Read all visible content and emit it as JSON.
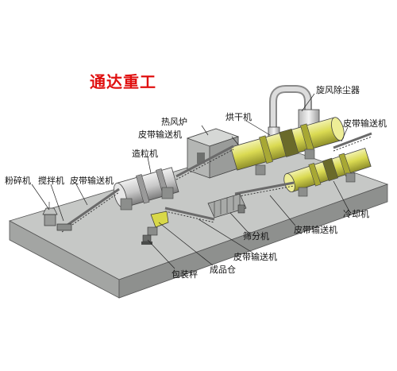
{
  "brand": {
    "text": "通达重工",
    "color": "#e01010"
  },
  "labels": {
    "cyclone": "旋风除尘器",
    "hot_air_furnace": "热风炉",
    "belt_top_left": "皮带输送机",
    "dryer": "烘干机",
    "belt_top_right": "皮带输送机",
    "granulator": "造粒机",
    "crusher": "粉碎机",
    "mixer": "搅拌机",
    "belt_left": "皮带输送机",
    "cooler": "冷却机",
    "belt_lower_right": "皮带输送机",
    "screener": "筛分机",
    "belt_bottom": "皮带输送机",
    "product_bin": "成品仓",
    "packing_scale": "包装秤"
  },
  "colors": {
    "drum": "#d8d848",
    "platform_top": "#c4c6c4",
    "platform_side": "#9a9c9a",
    "steel": "#8a8c8a",
    "stroke": "#2a2a2a"
  }
}
